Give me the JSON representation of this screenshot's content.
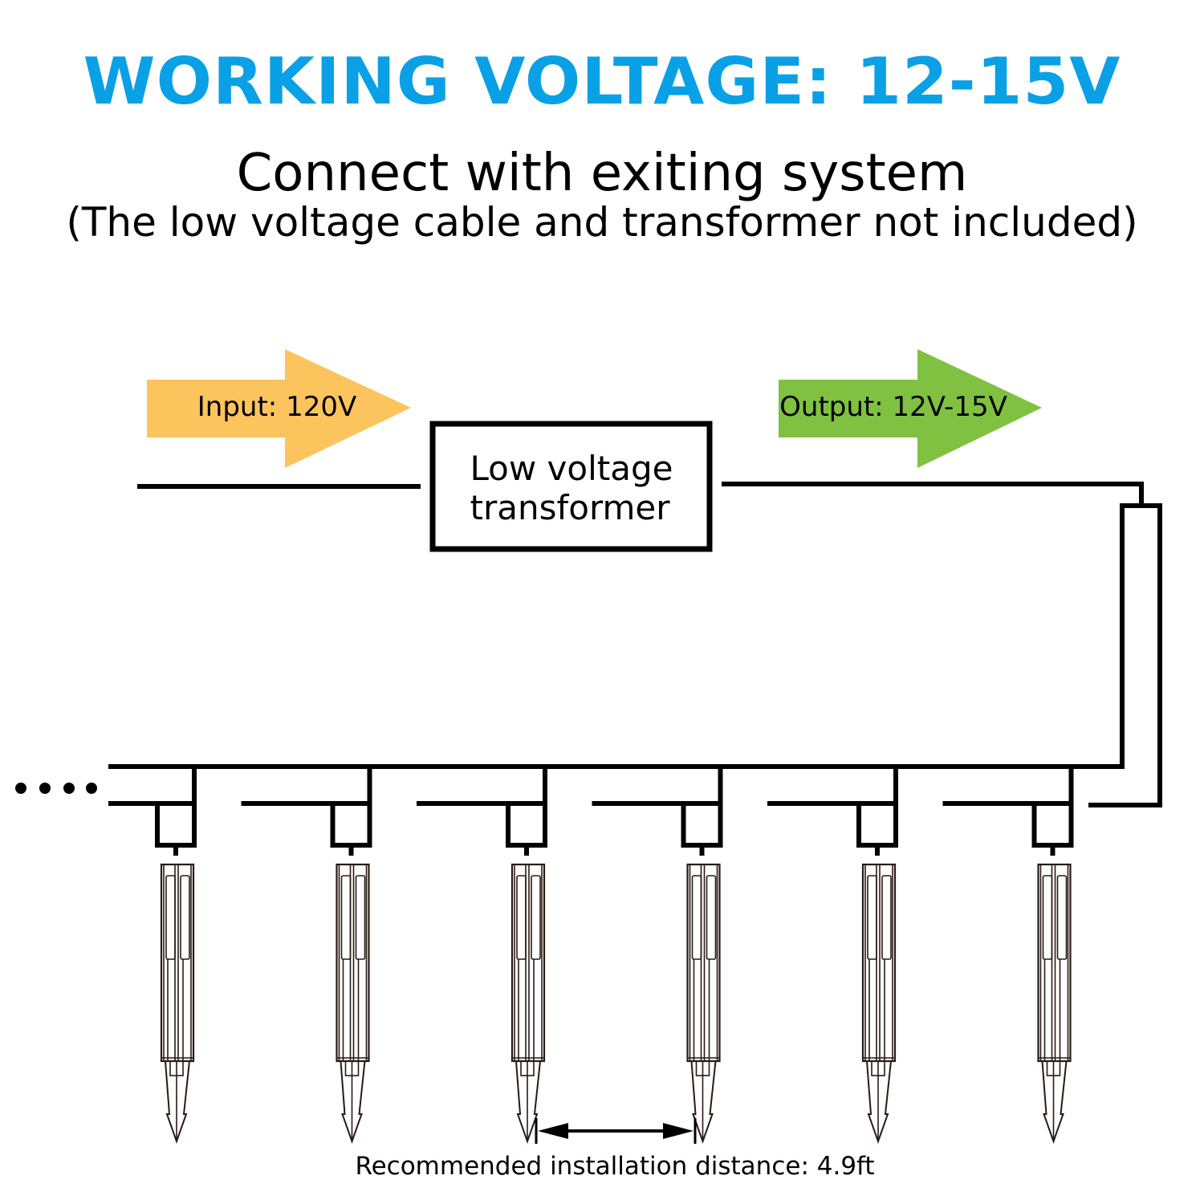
{
  "header": {
    "title": "WORKING VOLTAGE: 12-15V",
    "subtitle": "Connect with exiting system",
    "note": "(The low voltage cable and transformer not included)"
  },
  "colors": {
    "title": "#0aa0e6",
    "input_arrow": "#fbc45c",
    "output_arrow": "#80c141",
    "line": "#000000"
  },
  "diagram": {
    "input_arrow_label": "Input: 120V",
    "output_arrow_label": "Output: 12V-15V",
    "transformer_label_line1": "Low voltage",
    "transformer_label_line2": "transformer",
    "continuation_marker": "....",
    "lamp_count": 6,
    "distance_label": "Recommended installation distance: 4.9ft"
  }
}
